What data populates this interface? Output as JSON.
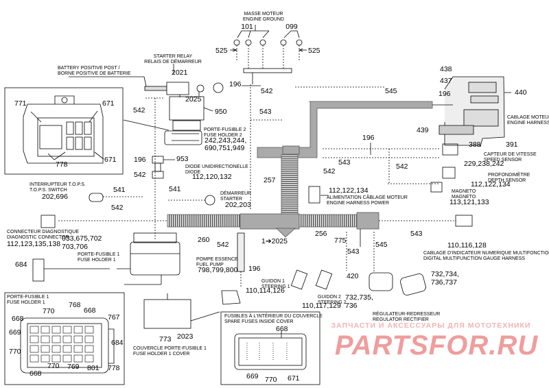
{
  "document_id": "135686s",
  "watermark": {
    "line1": "ЗАПЧАСТИ И АКСЕССУАРЫ ДЛЯ МОТОТЕХНИКИ",
    "line2": "PARTSFOR.RU"
  },
  "labels": {
    "engine_ground": "MASSE MOTEUR\nENGINE GROUND",
    "starter_relay": "STARTER RELAY\nRELAIS DE DÉMARREUR",
    "battery_post": "BATTERY POSITIVE POST /\nBORNE POSITIVE DE BATTERIE",
    "fuse_holder2": "PORTE-FUSIBLE 2\nFUSE HOLDER 2",
    "diode": "DIODE UNIDIRECTIONELLE\nDIODE",
    "tops_switch": "INTERRUPTEUR T.O.P.S.\nT.O.P.S. SWITCH",
    "starter": "DÉMARREUR\nSTARTER",
    "diag_connector": "CONNECTEUR DIAGNOSTIQUE\nDIAGNOSTIC CONNECTOR",
    "fuse_holder1": "PORTE-FUSIBLE 1\nFUSE HOLDER 1",
    "fuel_pump": "POMPE ESSENCE\nFUEL PUMP",
    "steering1": "GUIDON 1\nSTEERING 1",
    "steering2": "GUIDON 2\nSTEERING 2",
    "engine_harness": "CABLAGE MOTEUR\nENGINE HARNESS",
    "speed_sensor": "CAPTEUR DE VITESSE\nSPEED SENSOR",
    "depth_sensor": "PROFONDIMÈTRE\nDEPTH SENSOR",
    "magneto": "MAGNETO\nMAGNETO",
    "harness_power": "ALIMENTATION CÂBLAGE MOTEUR\nENGINE HARNESS POWER",
    "gauge_harness": "CABLAGE D'INDICATEUR NUMERIQUE MULTIFONCTIONS\nDIGITAL MULTIFUNCTION GAUGE HARNESS",
    "regulator": "RÉGULATEUR-REDRESSEUR\nREGULATOR RECTIFIER",
    "fh1_cover": "COUVERCLE PORTE-FUSIBLE 1\nFUSE HOLDER 1 COVER",
    "spare_fuses": "FUSIBLES À L'INTÉRIEUR DU COUVERCLE\nSPARE FUSES INSIDE COVER",
    "fh1_box_title": "PORTE-FUSIBLE 1\nFUSE HOLDER 1"
  },
  "parts": {
    "p101": "101",
    "p099": "099",
    "p525a": "525",
    "p525b": "525",
    "p2021": "2021",
    "p2025a": "2025",
    "p196a": "196",
    "p542a": "542",
    "p545a": "545",
    "p438": "438",
    "p437": "437",
    "p196b": "196",
    "p440": "440",
    "p771": "771",
    "p671a": "671",
    "p671b": "671",
    "p778a": "778",
    "p542b": "542",
    "p950": "950",
    "p543a": "543",
    "p242": "242,243,244,\n690,751,949",
    "p196c": "196",
    "p953": "953",
    "p542c": "542",
    "p112a": "112,120,132",
    "p257": "257",
    "p196d": "196",
    "p543b": "543",
    "p542d": "542",
    "p439": "439",
    "p388": "388",
    "p391": "391",
    "p229": "229,238,242",
    "p112b": "112,122,134",
    "p541a": "541",
    "p541b": "541",
    "p202a": "202,696",
    "p202b": "202,203",
    "p112c": "112,122,134",
    "p113": "113,121,133",
    "p542e": "542",
    "p684a": "684",
    "p033": "033,675,702\n703,706",
    "p112d": "112,123,135,138",
    "p260": "260",
    "p542f": "542",
    "p1to2025": "1➔2025",
    "p256": "256",
    "p775": "775",
    "p545b": "545",
    "p543c": "543",
    "p543d": "543",
    "p110a": "110,116,128",
    "p798": "798,799,800",
    "p196e": "196",
    "p420": "420",
    "p110b": "110,114,126",
    "p110c": "110,117,129",
    "p732a": "732,735,\n736",
    "p732b": "732,734,\n736,737",
    "p768": "768",
    "p770a": "770",
    "p668a": "668",
    "p668b": "668",
    "p767": "767",
    "p669a": "669",
    "p684b": "684",
    "p770b": "770",
    "p668c": "668",
    "p770c": "770",
    "p769": "769",
    "p801": "801",
    "p778b": "778",
    "p773": "773",
    "p2023": "2023",
    "p668d": "668",
    "p669b": "669",
    "p770d": "770",
    "p671c": "671"
  }
}
